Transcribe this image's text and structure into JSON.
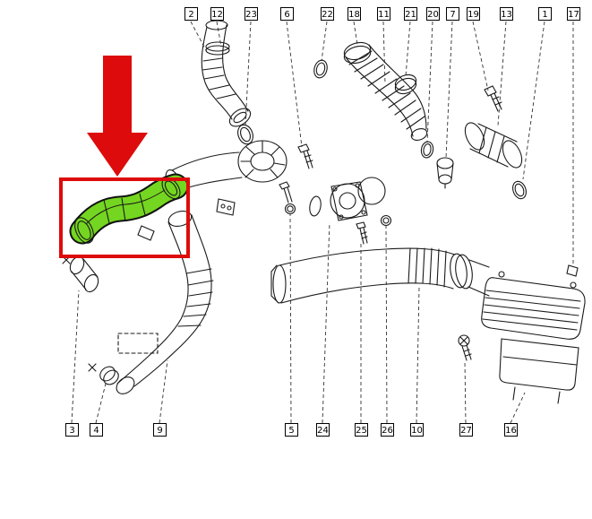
{
  "diagram": {
    "name": "exploded-parts-diagram",
    "top_callouts": [
      {
        "label": "2"
      },
      {
        "label": "12"
      },
      {
        "label": "23"
      },
      {
        "label": "6"
      },
      {
        "label": "22"
      },
      {
        "label": "18"
      },
      {
        "label": "11"
      },
      {
        "label": "21"
      },
      {
        "label": "20"
      },
      {
        "label": "7"
      },
      {
        "label": "19"
      },
      {
        "label": "13"
      },
      {
        "label": "1"
      },
      {
        "label": "17"
      }
    ],
    "bottom_callouts": [
      {
        "label": "3"
      },
      {
        "label": "4"
      },
      {
        "label": "9"
      },
      {
        "label": "5"
      },
      {
        "label": "24"
      },
      {
        "label": "25"
      },
      {
        "label": "26"
      },
      {
        "label": "10"
      },
      {
        "label": "27"
      },
      {
        "label": "16"
      }
    ],
    "highlight": {
      "box_color": "#dd0b0b",
      "arrow_color": "#dd0b0b",
      "part_color": "#74d620",
      "line_color": "#1a1a1a"
    }
  }
}
